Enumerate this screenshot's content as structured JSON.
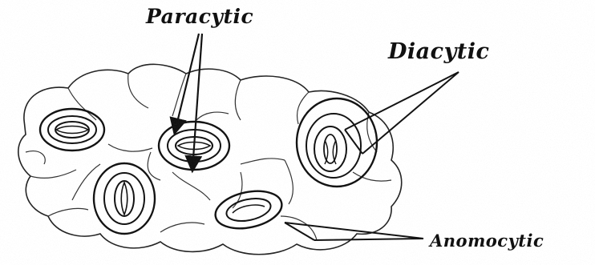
{
  "labels": {
    "paracytic": "Paracytic",
    "diacytic": "Diacytic",
    "anomocytic": "Anomocytic"
  },
  "colors": {
    "ink": "#111111",
    "background": "#ffffff"
  }
}
